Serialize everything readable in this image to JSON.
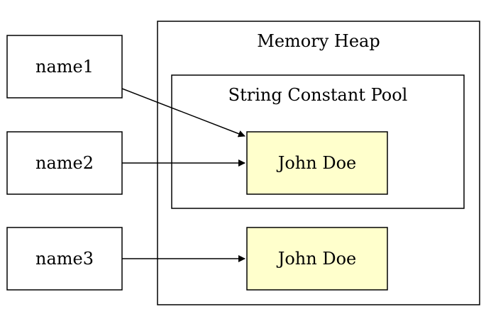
{
  "diagram": {
    "variables": [
      {
        "id": "name1",
        "label": "name1"
      },
      {
        "id": "name2",
        "label": "name2"
      },
      {
        "id": "name3",
        "label": "name3"
      }
    ],
    "heap": {
      "label": "Memory Heap",
      "pool": {
        "label": "String Constant Pool",
        "value": "John Doe"
      },
      "object": {
        "value": "John Doe"
      }
    },
    "edges": [
      {
        "from": "name1",
        "to": "pool-string"
      },
      {
        "from": "name2",
        "to": "pool-string"
      },
      {
        "from": "name3",
        "to": "heap-string"
      }
    ],
    "colors": {
      "string_fill": "#ffffcc",
      "stroke": "#000000",
      "background": "#ffffff"
    }
  }
}
